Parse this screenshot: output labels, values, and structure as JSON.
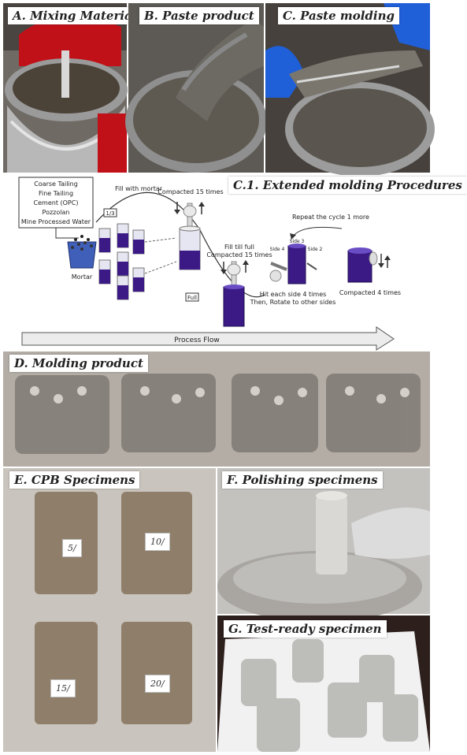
{
  "panels": {
    "a": {
      "caption": "A. Mixing Material"
    },
    "b": {
      "caption": "B. Paste product"
    },
    "c": {
      "caption": "C. Paste molding"
    },
    "c1": {
      "caption": "C.1. Extended molding Procedures",
      "materials": [
        "Coarse Tailing",
        "Fine Tailing",
        "Cement (OPC)",
        "Pozzolan",
        "Mine Processed Water"
      ],
      "mortar_label": "Mortar",
      "fill_with_mortar": "Fill with mortar",
      "one_third_tag": "1/3",
      "compacted_15": "Compacted 15 times",
      "fill_till_full": "Fill till full",
      "compacted_15_b": "Compacted 15 times",
      "full_tag": "Full",
      "repeat_cycle": "Repeat the cycle 1 more",
      "side_labels": [
        "Side 3",
        "Side 4",
        "Side 2"
      ],
      "hit_each_side": "Hit each side 4 times",
      "rotate_sides": "Then, Rotate to other sides",
      "compacted_4": "Compacted 4 times",
      "process_flow": "Process Flow"
    },
    "d": {
      "caption": "D. Molding product"
    },
    "e": {
      "caption": "E. CPB Specimens",
      "labels": [
        "5/",
        "10/",
        "15/",
        "20/"
      ]
    },
    "f": {
      "caption": "F. Polishing specimens"
    },
    "g": {
      "caption": "G. Test-ready specimen"
    }
  },
  "colors": {
    "cylinder_fill": "#3b1a86",
    "cylinder_top": "#6a4dc4",
    "accent_red": "#c8141c"
  }
}
